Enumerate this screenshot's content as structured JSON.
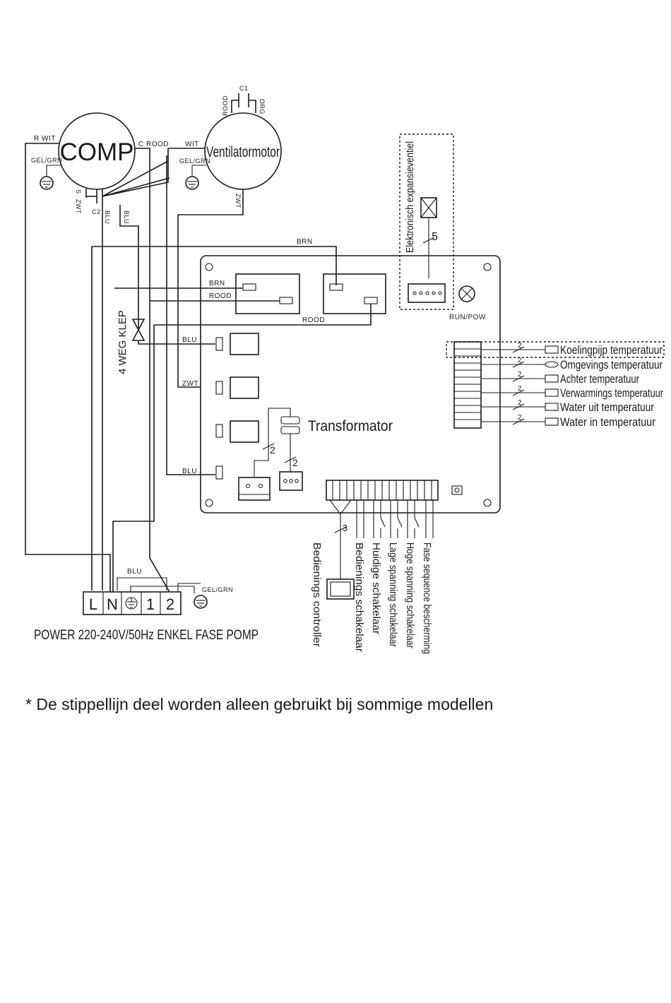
{
  "components": {
    "comp": "COMP",
    "fan_motor": "Ventilatormotor",
    "four_way_valve": "4 WEG KLEP",
    "transformer": "Transformator",
    "expansion_valve": "Elektronisch expansieventiel",
    "run_pow": "RUN/POW"
  },
  "wire_labels": {
    "r_wit": "R WIT",
    "gel_grn": "GEL/GRN",
    "c_rood": "C ROOD",
    "wit": "WIT",
    "rood": "ROOD",
    "org": "ORG",
    "c1": "C1",
    "c2": "C2",
    "s": "S",
    "zwt": "ZWT",
    "blu": "BLU",
    "brn": "BRN"
  },
  "cable_counts": {
    "expansion": "5",
    "sensor": "2",
    "transformer": "2",
    "controller": "3"
  },
  "sensors": [
    "Koelingpijp temperatuur",
    "Omgevings temperatuur",
    "Achter temperatuur",
    "Verwarmings temperatuur",
    "Water uit temperatuur",
    "Water in temperatuur"
  ],
  "bottom_connections": [
    "Bedienings controller",
    "Bedienings schakelaar",
    "Huidige schakelaar",
    "Lage spanning schakelaar",
    "Hoge spanning schakelaar",
    "Fase sequence bescherming"
  ],
  "terminals": [
    "L",
    "N",
    "1",
    "2"
  ],
  "power_label": "POWER 220-240V/50Hz ENKEL FASE POMP",
  "footnote": "* De stippellijn deel worden alleen gebruikt bij sommige modellen"
}
